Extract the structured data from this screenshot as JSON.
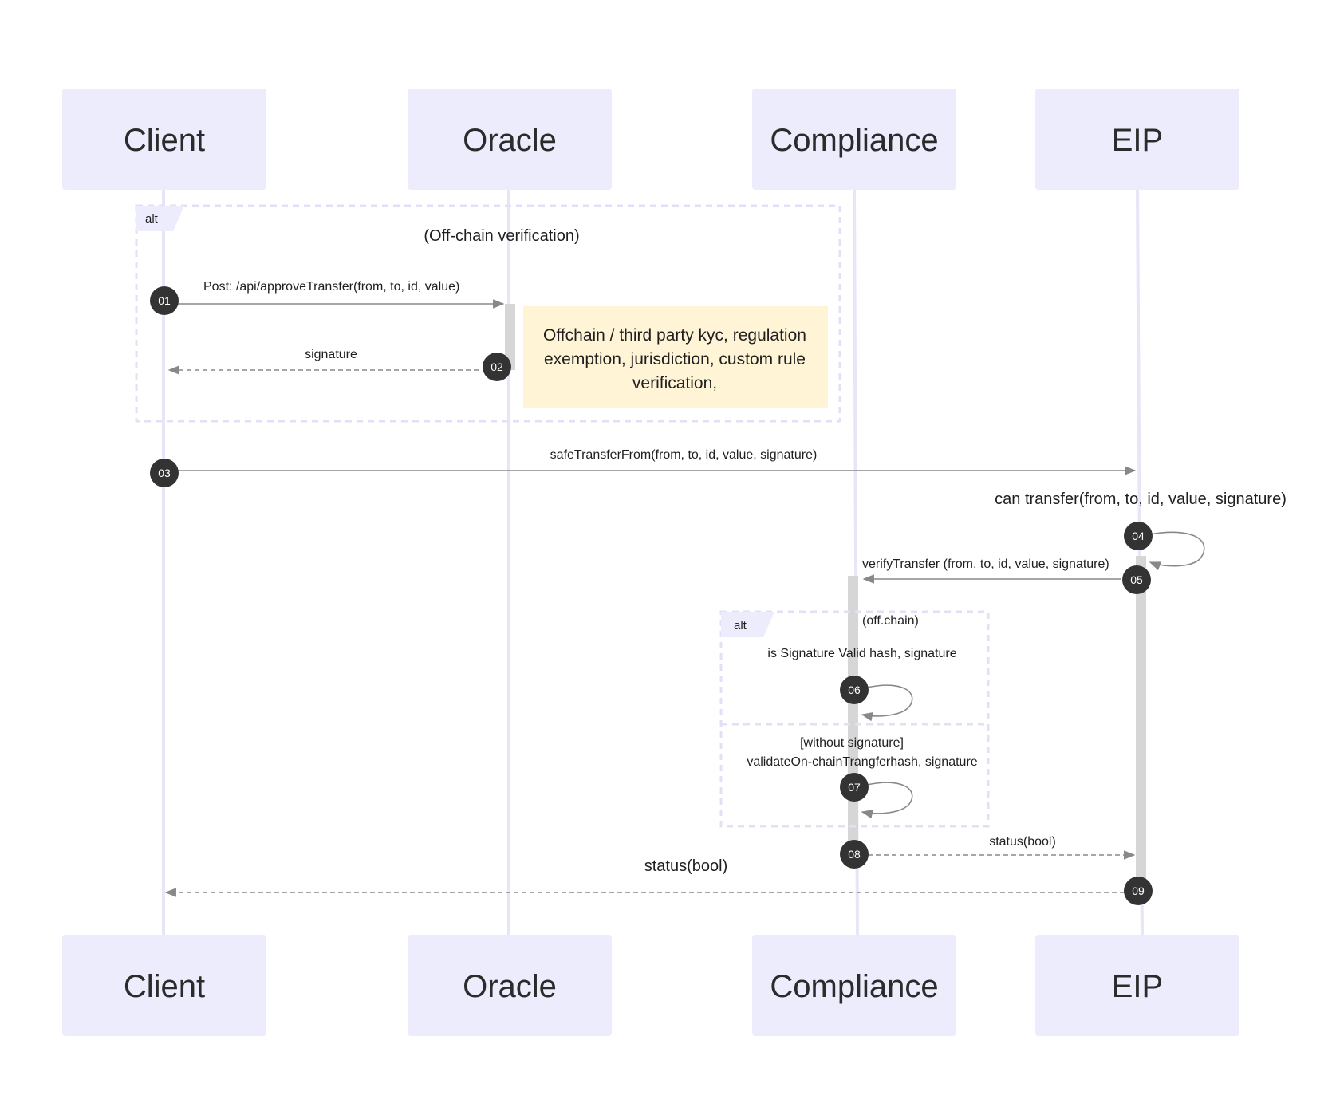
{
  "actors": {
    "client": "Client",
    "oracle": "Oracle",
    "compliance": "Compliance",
    "eip": "EIP"
  },
  "fragments": {
    "alt1_tag": "alt",
    "alt1_condition": "(Off-chain verification)",
    "alt2_tag": "alt",
    "alt2_condition": "(off.chain)",
    "alt2_else_condition": "[without signature]"
  },
  "note": {
    "line1": "Offchain / third party kyc, regulation",
    "line2": "exemption, jurisdiction, custom rule",
    "line3": "verification,"
  },
  "messages": {
    "m01": "Post: /api/approveTransfer(from, to, id, value)",
    "m02": "signature",
    "m03": "safeTransferFrom(from, to, id, value, signature)",
    "m04": "can transfer(from, to, id, value, signature)",
    "m05": "verifyTransfer (from, to, id, value, signature)",
    "m06": "is Signature Valid hash, signature",
    "m07": "validateOn-chainTrangferhash, signature",
    "m08": "status(bool)",
    "m09": "status(bool)"
  },
  "steps": {
    "s01": "01",
    "s02": "02",
    "s03": "03",
    "s04": "04",
    "s05": "05",
    "s06": "06",
    "s07": "07",
    "s08": "08",
    "s09": "09"
  },
  "colors": {
    "actor_fill": "#ececfd",
    "lifeline": "#e6e6f8",
    "activation": "#d6d6d6",
    "badge": "#333333",
    "arrow": "#888888",
    "note_fill": "#fff4d6",
    "fragment_border": "#e1e1f6"
  }
}
